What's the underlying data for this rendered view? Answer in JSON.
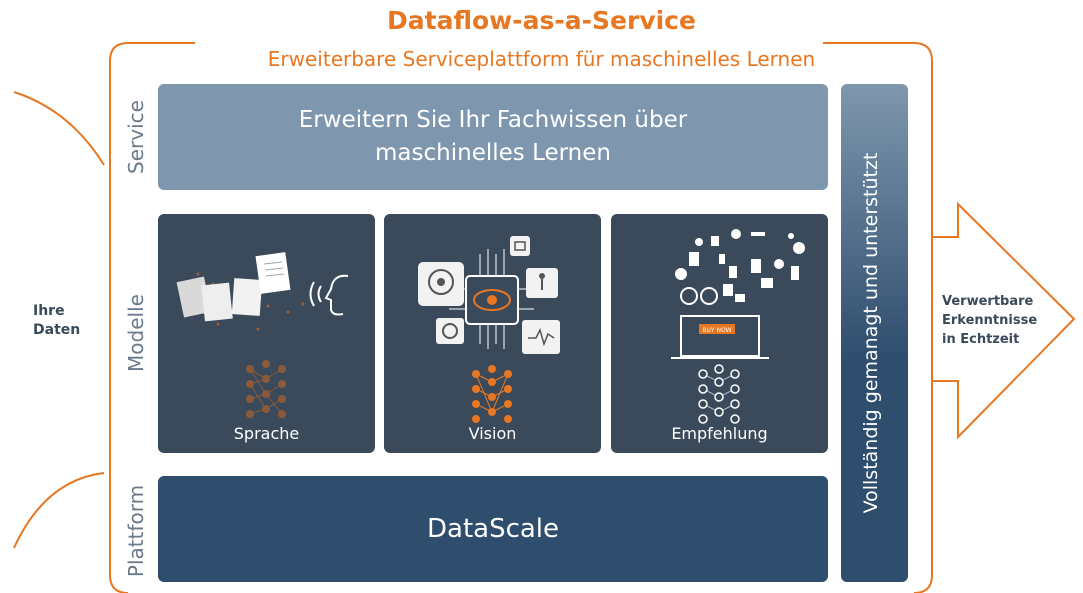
{
  "header": {
    "title": "Dataflow-as-a-Service",
    "subtitle": "Erweiterbare Serviceplattform für maschinelles Lernen"
  },
  "layers": {
    "service": "Service",
    "models": "Modelle",
    "platform": "Plattform"
  },
  "service": {
    "text": "Erweitern Sie Ihr Fachwissen über maschinelles Lernen"
  },
  "models": [
    {
      "label": "Sprache"
    },
    {
      "label": "Vision"
    },
    {
      "label": "Empfehlung"
    }
  ],
  "recommendation_button": "BUY NOW",
  "platform": {
    "label": "DataScale"
  },
  "managed": {
    "text": "Vollständig gemanagt und unterstützt"
  },
  "left": {
    "label_line1": "Ihre",
    "label_line2": "Daten"
  },
  "right": {
    "line1": "Verwertbare",
    "line2": "Erkenntnisse",
    "line3": "in Echtzeit"
  },
  "colors": {
    "accent": "#e87722",
    "service": "#7f97ae",
    "models": "#3b4a5a",
    "platform": "#2f4d6d"
  }
}
